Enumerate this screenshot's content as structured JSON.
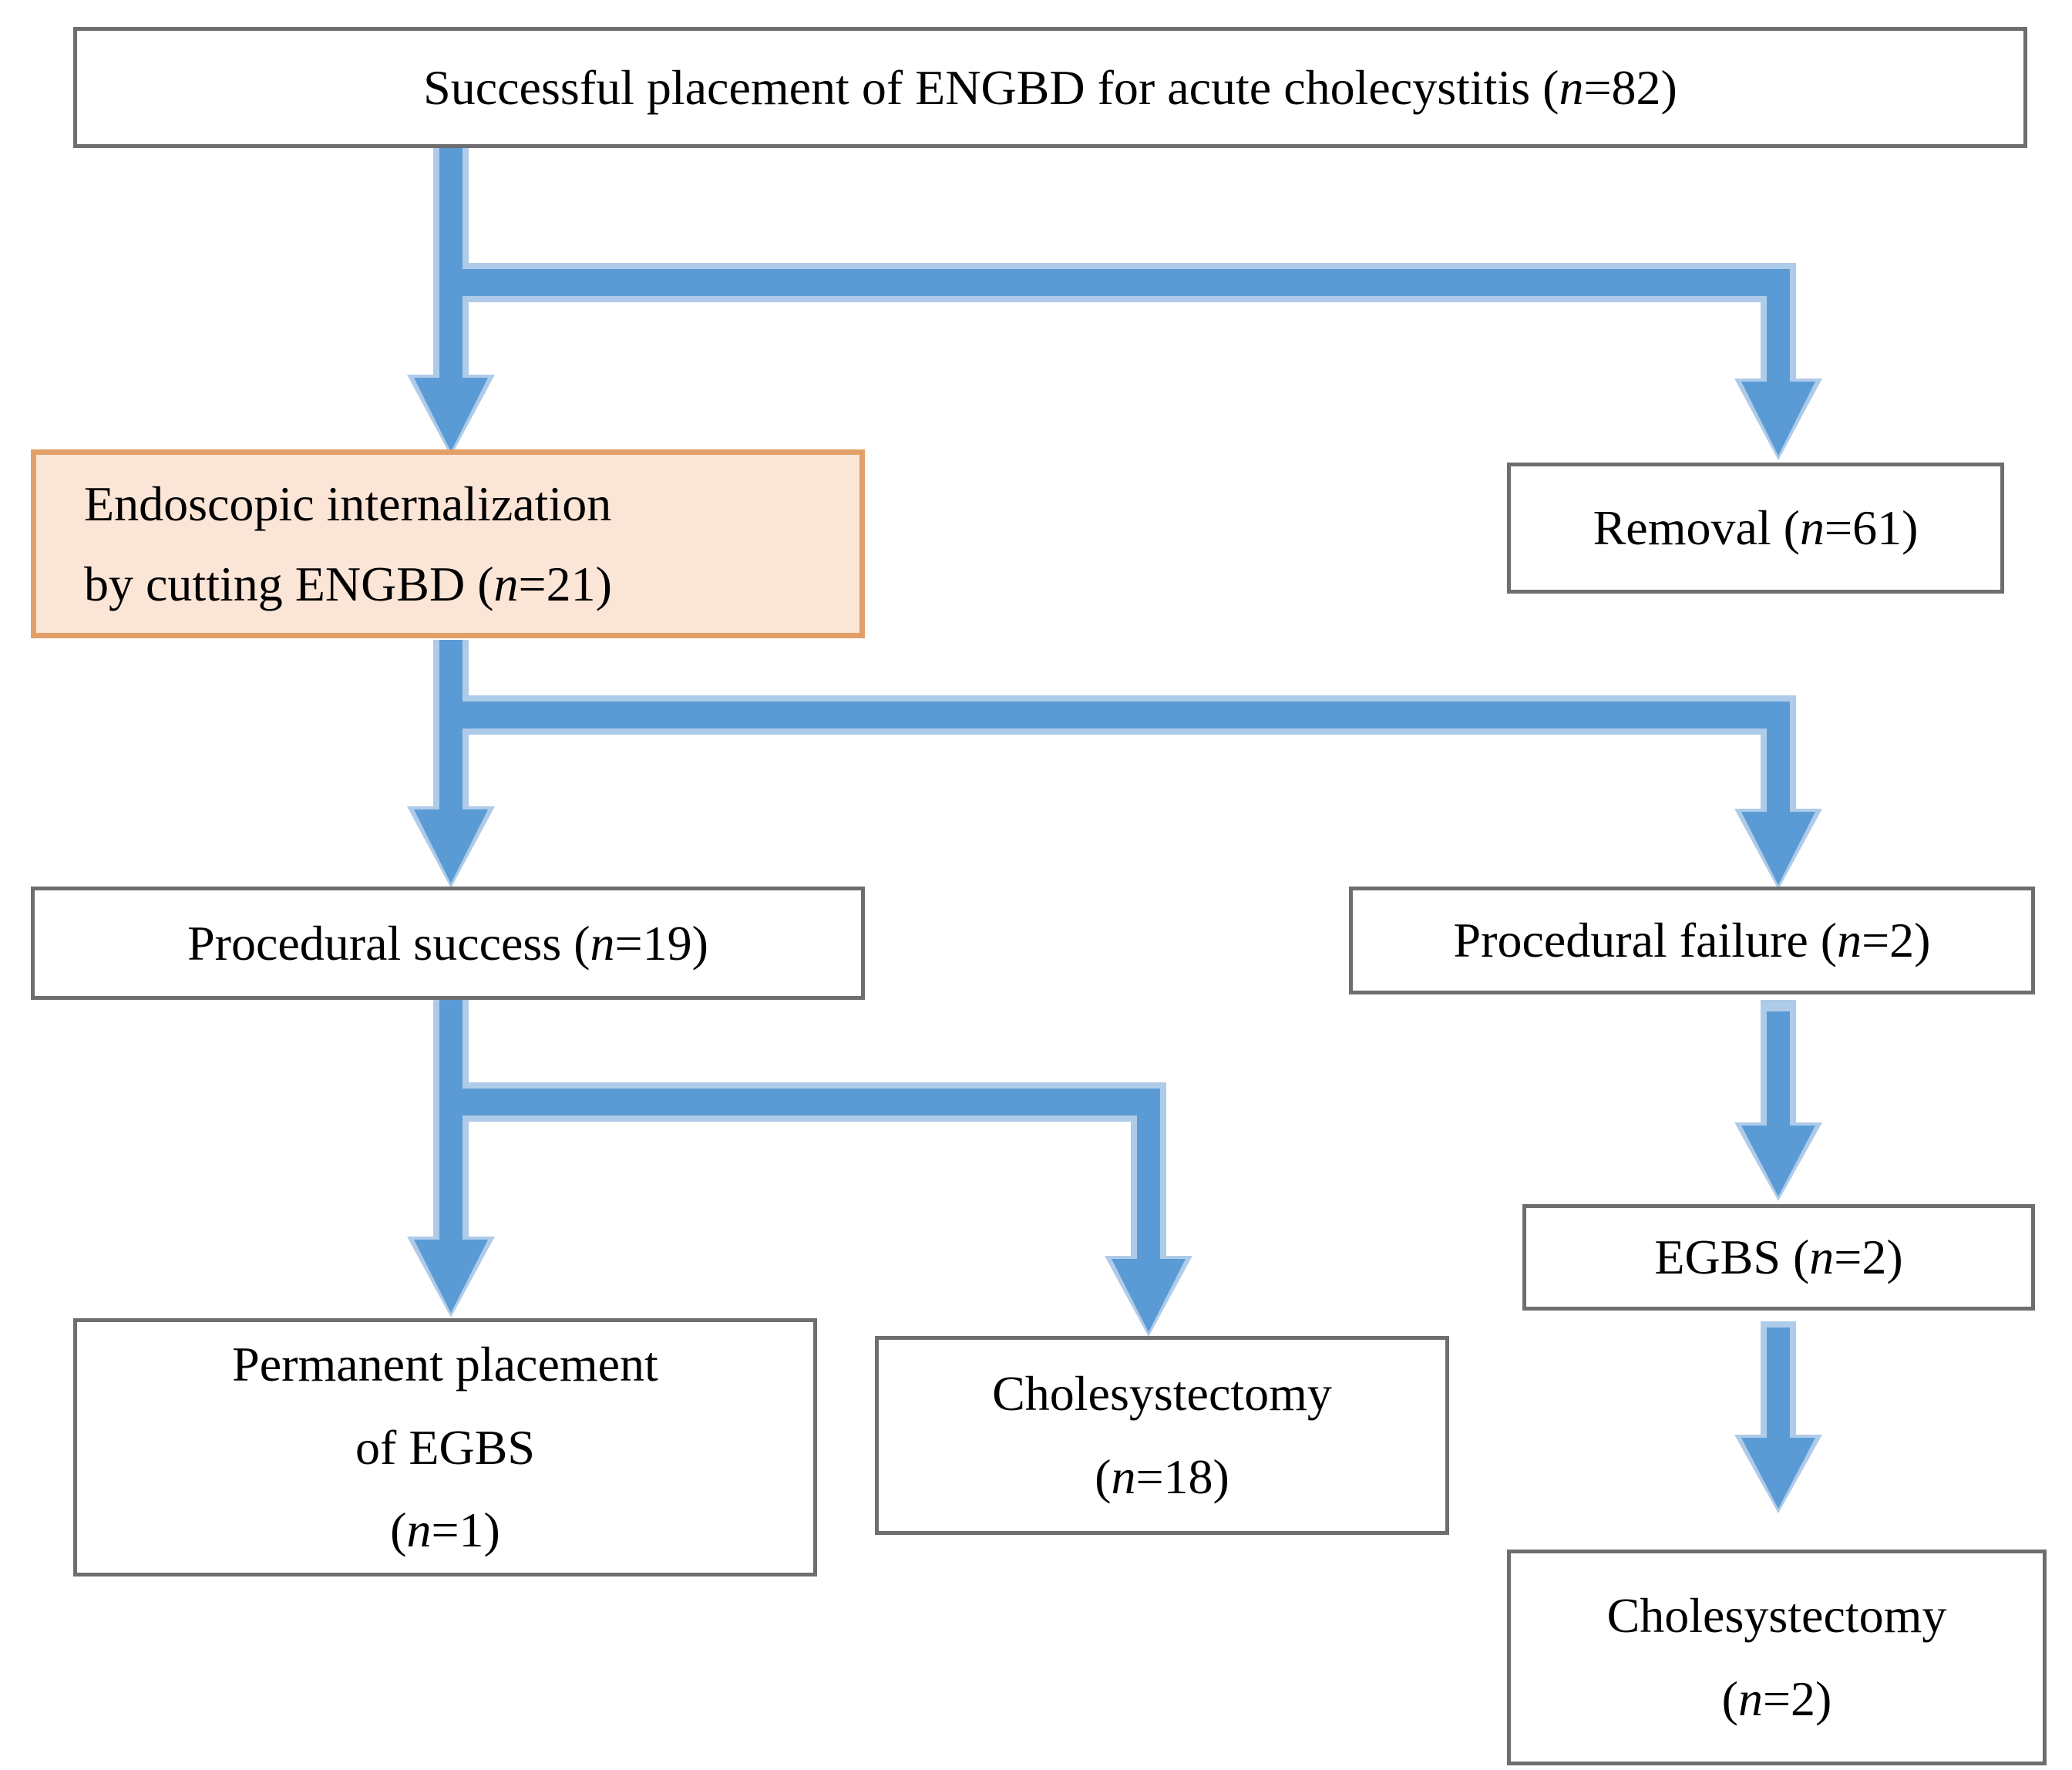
{
  "diagram": {
    "boxes": {
      "top": {
        "text": "Successful placement of ENGBD for acute cholecystitis (",
        "n": "n",
        "rest": "=82)"
      },
      "internalization": {
        "line1": "Endoscopic internalization",
        "line2": "by cutting ENGBD (",
        "n": "n",
        "rest": "=21)"
      },
      "removal": {
        "text": "Removal (",
        "n": "n",
        "rest": "=61)"
      },
      "success": {
        "text": "Procedural success (",
        "n": "n",
        "rest": "=19)"
      },
      "failure": {
        "text": "Procedural failure (",
        "n": "n",
        "rest": "=2)"
      },
      "egbs": {
        "text": "EGBS (",
        "n": "n",
        "rest": "=2)"
      },
      "permanent": {
        "line1": "Permanent placement",
        "line2": "of EGBS",
        "line3": "(",
        "n": "n",
        "rest": "=1)"
      },
      "chole_success": {
        "line1": "Cholesystectomy",
        "line2": "(",
        "n": "n",
        "rest": "=18)"
      },
      "chole_egbs": {
        "line1": "Cholesystectomy",
        "line2": "(",
        "n": "n",
        "rest": "=2)"
      }
    },
    "counts": {
      "engbd_placement_total": 82,
      "endoscopic_internalization": 21,
      "removal": 61,
      "procedural_success": 19,
      "procedural_failure": 2,
      "egbs": 2,
      "permanent_egbs_placement": 1,
      "cholecystectomy_after_success": 18,
      "cholecystectomy_after_egbs": 2
    },
    "edges": [
      {
        "from": "top",
        "to": "internalization"
      },
      {
        "from": "top",
        "to": "removal"
      },
      {
        "from": "internalization",
        "to": "success"
      },
      {
        "from": "internalization",
        "to": "failure"
      },
      {
        "from": "success",
        "to": "permanent"
      },
      {
        "from": "success",
        "to": "chole_success"
      },
      {
        "from": "failure",
        "to": "egbs"
      },
      {
        "from": "egbs",
        "to": "chole_egbs"
      }
    ],
    "colors": {
      "arrow_core": "#5B9BD5",
      "arrow_edge": "#AECBE9",
      "box_border": "#6E6E6E",
      "highlight_fill": "#FBE5D6",
      "highlight_border": "#E2A068",
      "text": "#000000",
      "background": "#FFFFFF"
    }
  }
}
